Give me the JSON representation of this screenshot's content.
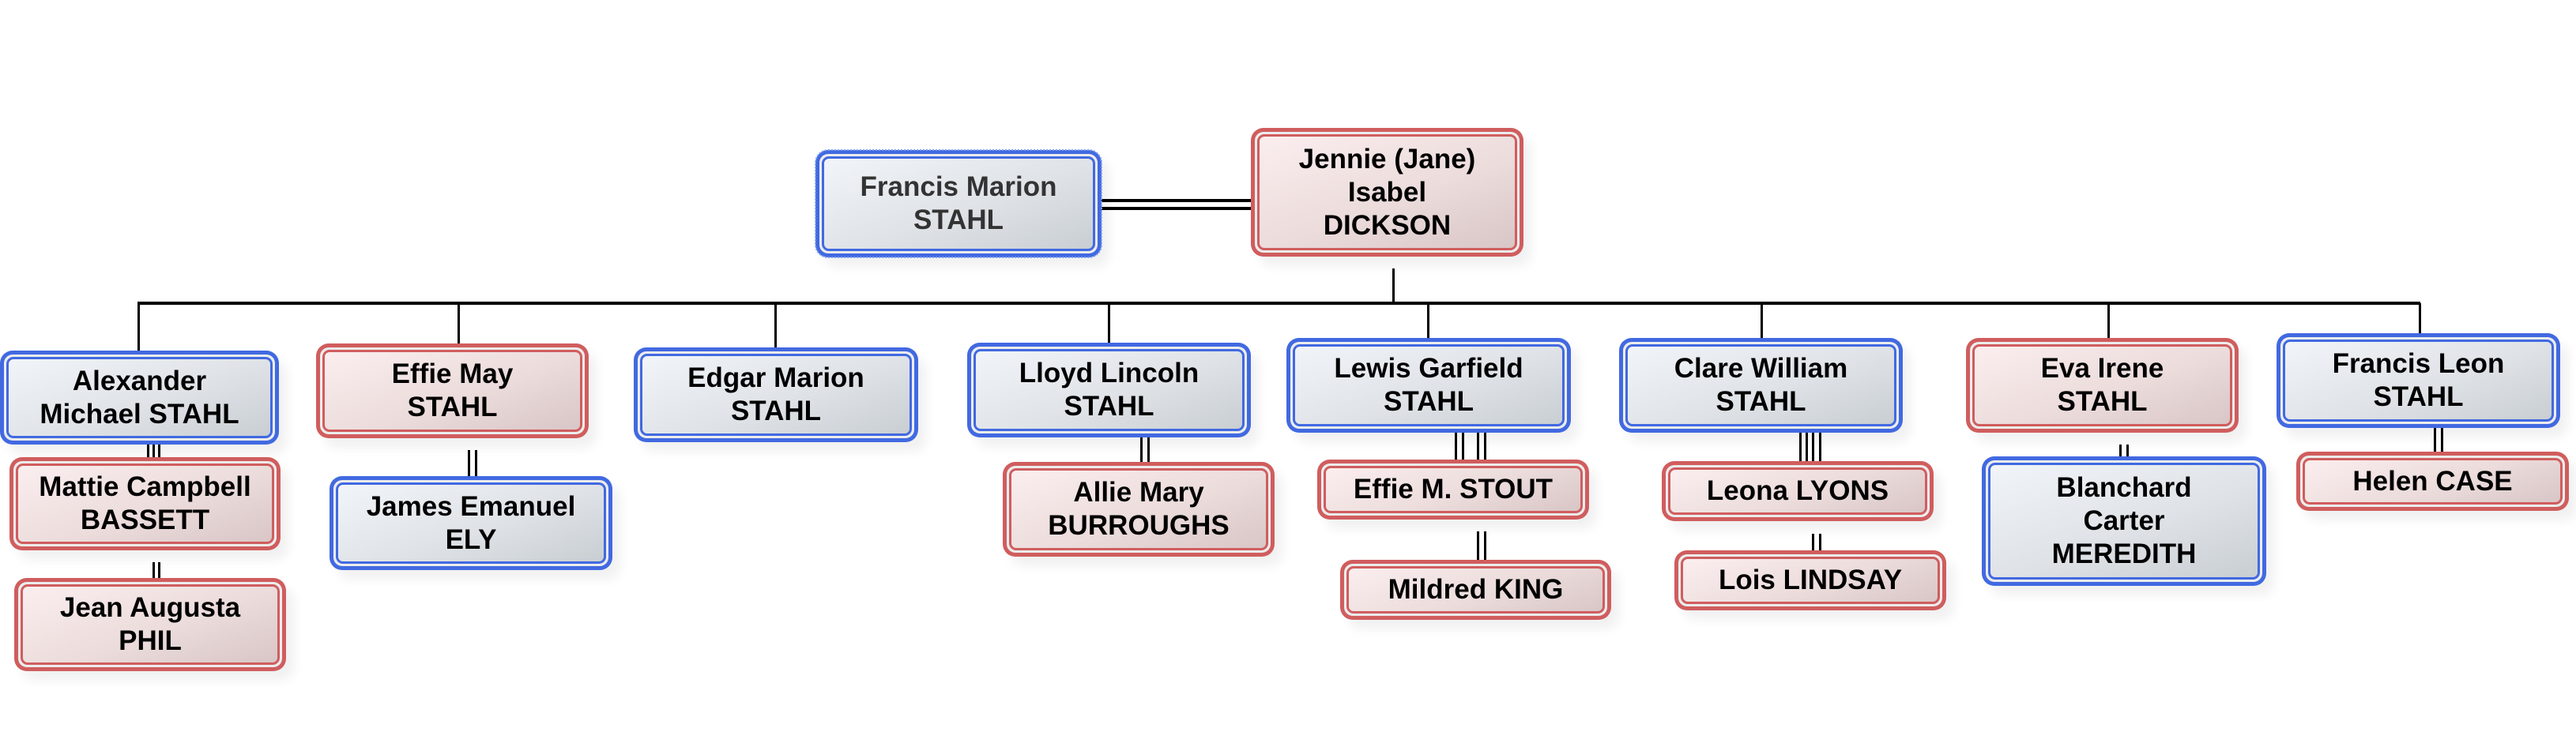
{
  "diagram": {
    "type": "family-tree",
    "colors": {
      "male": "#4169e1",
      "female": "#d05d5e",
      "line": "#000000"
    },
    "root_couple": {
      "husband": {
        "id": "francis-marion",
        "name": "Francis Marion\nSTAHL",
        "sex": "male",
        "selected": true
      },
      "wife": {
        "id": "jennie",
        "name": "Jennie (Jane)\nIsabel\nDICKSON",
        "sex": "female"
      }
    },
    "children": [
      {
        "id": "alexander",
        "name": "Alexander\nMichael STAHL",
        "sex": "male",
        "spouses": [
          {
            "id": "mattie",
            "name": "Mattie Campbell\nBASSETT",
            "sex": "female"
          },
          {
            "id": "jean",
            "name": "Jean Augusta\nPHIL",
            "sex": "female"
          }
        ]
      },
      {
        "id": "effie-may",
        "name": "Effie May\nSTAHL",
        "sex": "female",
        "spouses": [
          {
            "id": "james",
            "name": "James Emanuel\nELY",
            "sex": "male"
          }
        ]
      },
      {
        "id": "edgar",
        "name": "Edgar Marion\nSTAHL",
        "sex": "male",
        "spouses": []
      },
      {
        "id": "lloyd",
        "name": "Lloyd Lincoln\nSTAHL",
        "sex": "male",
        "spouses": [
          {
            "id": "allie",
            "name": "Allie Mary\nBURROUGHS",
            "sex": "female"
          }
        ]
      },
      {
        "id": "lewis",
        "name": "Lewis Garfield\nSTAHL",
        "sex": "male",
        "spouses": [
          {
            "id": "effie-stout",
            "name": "Effie M. STOUT",
            "sex": "female"
          },
          {
            "id": "mildred",
            "name": "Mildred KING",
            "sex": "female"
          }
        ]
      },
      {
        "id": "clare",
        "name": "Clare William\nSTAHL",
        "sex": "male",
        "spouses": [
          {
            "id": "leona",
            "name": "Leona LYONS",
            "sex": "female"
          },
          {
            "id": "lois",
            "name": "Lois LINDSAY",
            "sex": "female"
          }
        ]
      },
      {
        "id": "eva",
        "name": "Eva Irene\nSTAHL",
        "sex": "female",
        "spouses": [
          {
            "id": "blanchard",
            "name": "Blanchard\nCarter\nMEREDITH",
            "sex": "male"
          }
        ]
      },
      {
        "id": "francis-leon",
        "name": "Francis Leon\nSTAHL",
        "sex": "male",
        "spouses": [
          {
            "id": "helen",
            "name": "Helen CASE",
            "sex": "female"
          }
        ]
      }
    ]
  }
}
